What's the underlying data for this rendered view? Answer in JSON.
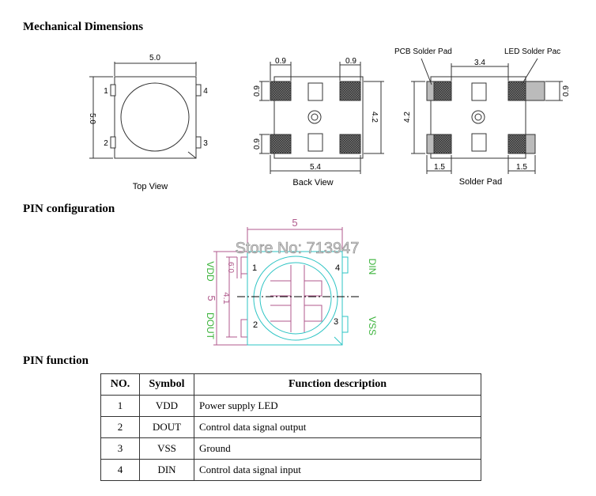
{
  "headings": {
    "mechanical": "Mechanical  Dimensions",
    "pin_config": "PIN  configuration",
    "pin_function": "PIN function"
  },
  "top_view": {
    "caption": "Top View",
    "width": "5.0",
    "height": "5.0",
    "pins": [
      "1",
      "2",
      "3",
      "4"
    ]
  },
  "back_view": {
    "caption": "Back View",
    "pad_w_left": "0.9",
    "pad_w_right": "0.9",
    "pad_h_top": "0.9",
    "pad_h_bottom": "0.9",
    "height": "4.2",
    "width": "5.4"
  },
  "solder_pad": {
    "caption": "Solder Pad",
    "pcb_label": "PCB Solder Pad",
    "led_label": "LED Solder Pac",
    "inner_width": "3.4",
    "height": "4.2",
    "pad_h": "0.9",
    "ext_left": "1.5",
    "ext_right": "1.5"
  },
  "pin_diagram": {
    "width": "5",
    "height": "5",
    "inner_h": "4.1",
    "pad": "0.9",
    "watermark": "Store No: 713947",
    "label_vdd": "VDD",
    "label_dout": "DOUT",
    "label_din": "DIN",
    "label_vss": "VSS",
    "pins": [
      "1",
      "2",
      "3",
      "4"
    ]
  },
  "colors": {
    "magenta": "#b05a8c",
    "cyan": "#2ec4c4",
    "green_label": "#3bb33b",
    "pad_gray": "#555555"
  },
  "pin_table": {
    "headers": [
      "NO.",
      "Symbol",
      "Function description"
    ],
    "rows": [
      [
        "1",
        "VDD",
        "Power supply LED"
      ],
      [
        "2",
        "DOUT",
        "Control data signal output"
      ],
      [
        "3",
        "VSS",
        "Ground"
      ],
      [
        "4",
        "DIN",
        "Control data signal input"
      ]
    ]
  }
}
